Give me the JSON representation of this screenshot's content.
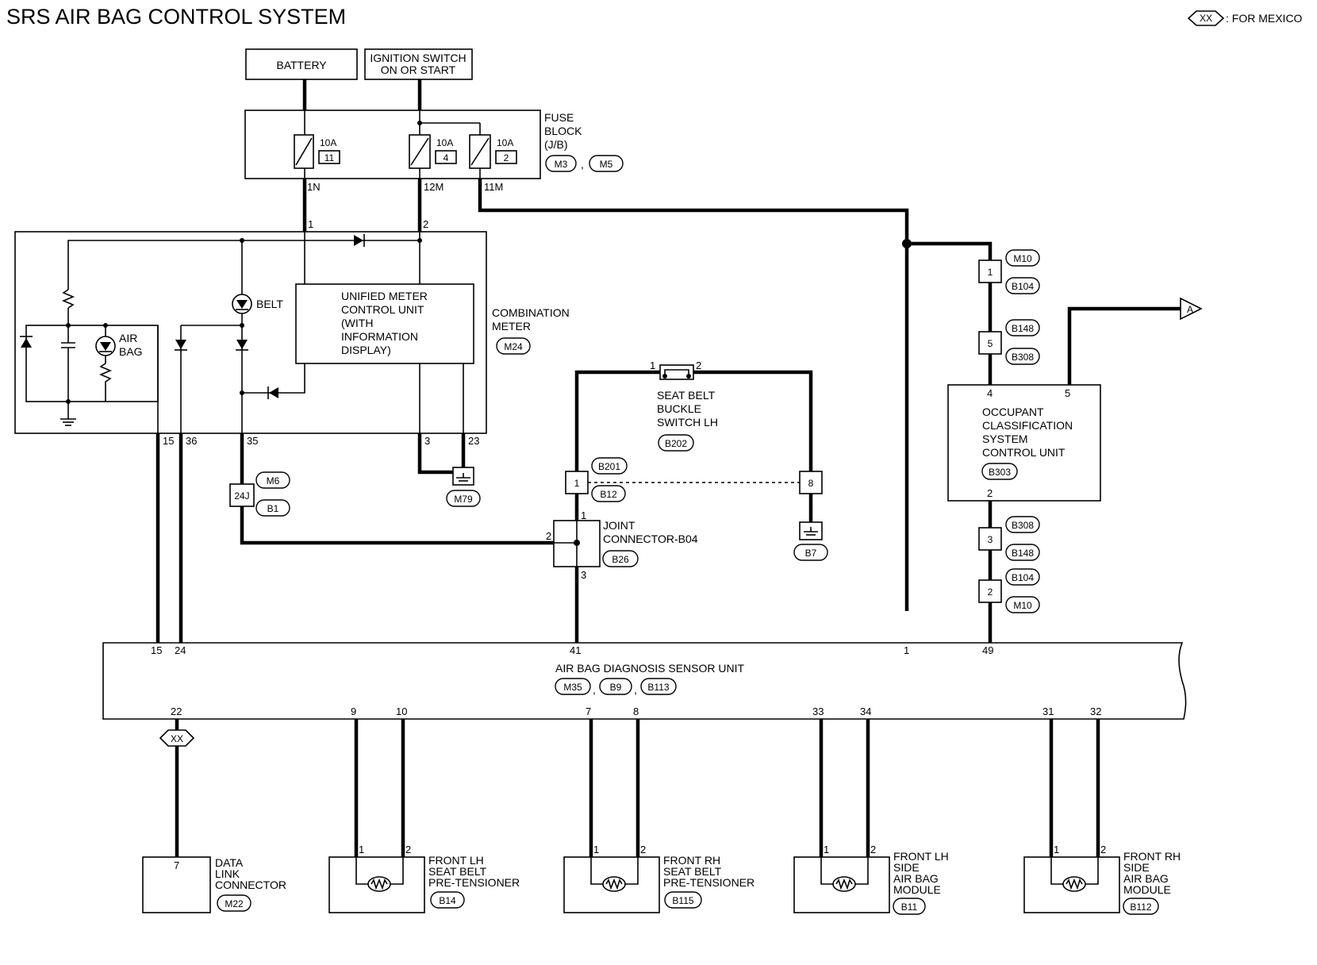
{
  "title": "SRS AIR BAG CONTROL SYSTEM",
  "legend": {
    "symbol": "XX",
    "text": ": FOR MEXICO"
  },
  "battery": "BATTERY",
  "ignition": {
    "line1": "IGNITION SWITCH",
    "line2": "ON OR START"
  },
  "fuse_block": {
    "label": [
      "FUSE",
      "BLOCK",
      "(J/B)"
    ],
    "connectors": [
      "M3",
      "M5"
    ],
    "fuses": [
      {
        "amp": "10A",
        "num": "11",
        "terminal": "1N"
      },
      {
        "amp": "10A",
        "num": "4",
        "terminal": "12M"
      },
      {
        "amp": "10A",
        "num": "2",
        "terminal": "11M"
      }
    ]
  },
  "combination_meter": {
    "label": [
      "COMBINATION",
      "METER"
    ],
    "connector": "M24",
    "unit_label": [
      "UNIFIED METER",
      "CONTROL UNIT",
      "(WITH",
      "INFORMATION",
      "DISPLAY)"
    ],
    "belt": "BELT",
    "airbag": [
      "AIR",
      "BAG"
    ],
    "pins_top": [
      "1",
      "2"
    ],
    "pins_bottom": [
      "15",
      "36",
      "35",
      "3",
      "23"
    ]
  },
  "ground_m79": "M79",
  "inline_24j": {
    "pin": "24J",
    "connectors": [
      "M6",
      "B1"
    ]
  },
  "seat_belt_switch": {
    "label": [
      "SEAT BELT",
      "BUCKLE",
      "SWITCH LH"
    ],
    "connector": "B202",
    "pins": [
      "1",
      "2"
    ]
  },
  "inline_b201": {
    "pin": "1",
    "connectors": [
      "B201",
      "B12"
    ]
  },
  "pin_8": "8",
  "ground_b7": "B7",
  "joint_connector": {
    "label": [
      "JOINT",
      "CONNECTOR-B04"
    ],
    "connector": "B26",
    "pins": [
      "1",
      "2",
      "3"
    ]
  },
  "occupant_unit": {
    "label": [
      "OCCUPANT",
      "CLASSIFICATION",
      "SYSTEM",
      "CONTROL UNIT"
    ],
    "connector": "B303",
    "pins": [
      "4",
      "5",
      "2"
    ]
  },
  "inline_right": [
    {
      "pin": "1",
      "connectors": [
        "M10",
        "B104"
      ]
    },
    {
      "pin": "5",
      "connectors": [
        "B148",
        "B308"
      ]
    },
    {
      "pin": "3",
      "connectors": [
        "B308",
        "B148"
      ]
    },
    {
      "pin": "2",
      "connectors": [
        "B104",
        "M10"
      ]
    }
  ],
  "arrow_a": "A",
  "diagnosis_unit": {
    "label": "AIR BAG DIAGNOSIS SENSOR UNIT",
    "connectors": [
      "M35",
      "B9",
      "B113"
    ],
    "pins_top": [
      "15",
      "24",
      "41",
      "1",
      "49"
    ],
    "pins_bottom": [
      "22",
      "9",
      "10",
      "7",
      "8",
      "33",
      "34",
      "31",
      "32"
    ]
  },
  "mexico_tag": "XX",
  "data_link": {
    "label": [
      "DATA",
      "LINK",
      "CONNECTOR"
    ],
    "connector": "M22",
    "pin": "7"
  },
  "modules": [
    {
      "label": [
        "FRONT LH",
        "SEAT BELT",
        "PRE-TENSIONER"
      ],
      "connector": "B14",
      "pins": [
        "1",
        "2"
      ]
    },
    {
      "label": [
        "FRONT RH",
        "SEAT BELT",
        "PRE-TENSIONER"
      ],
      "connector": "B115",
      "pins": [
        "1",
        "2"
      ]
    },
    {
      "label": [
        "FRONT LH",
        "SIDE",
        "AIR BAG",
        "MODULE"
      ],
      "connector": "B11",
      "pins": [
        "1",
        "2"
      ]
    },
    {
      "label": [
        "FRONT RH",
        "SIDE",
        "AIR BAG",
        "MODULE"
      ],
      "connector": "B112",
      "pins": [
        "1",
        "2"
      ]
    }
  ]
}
